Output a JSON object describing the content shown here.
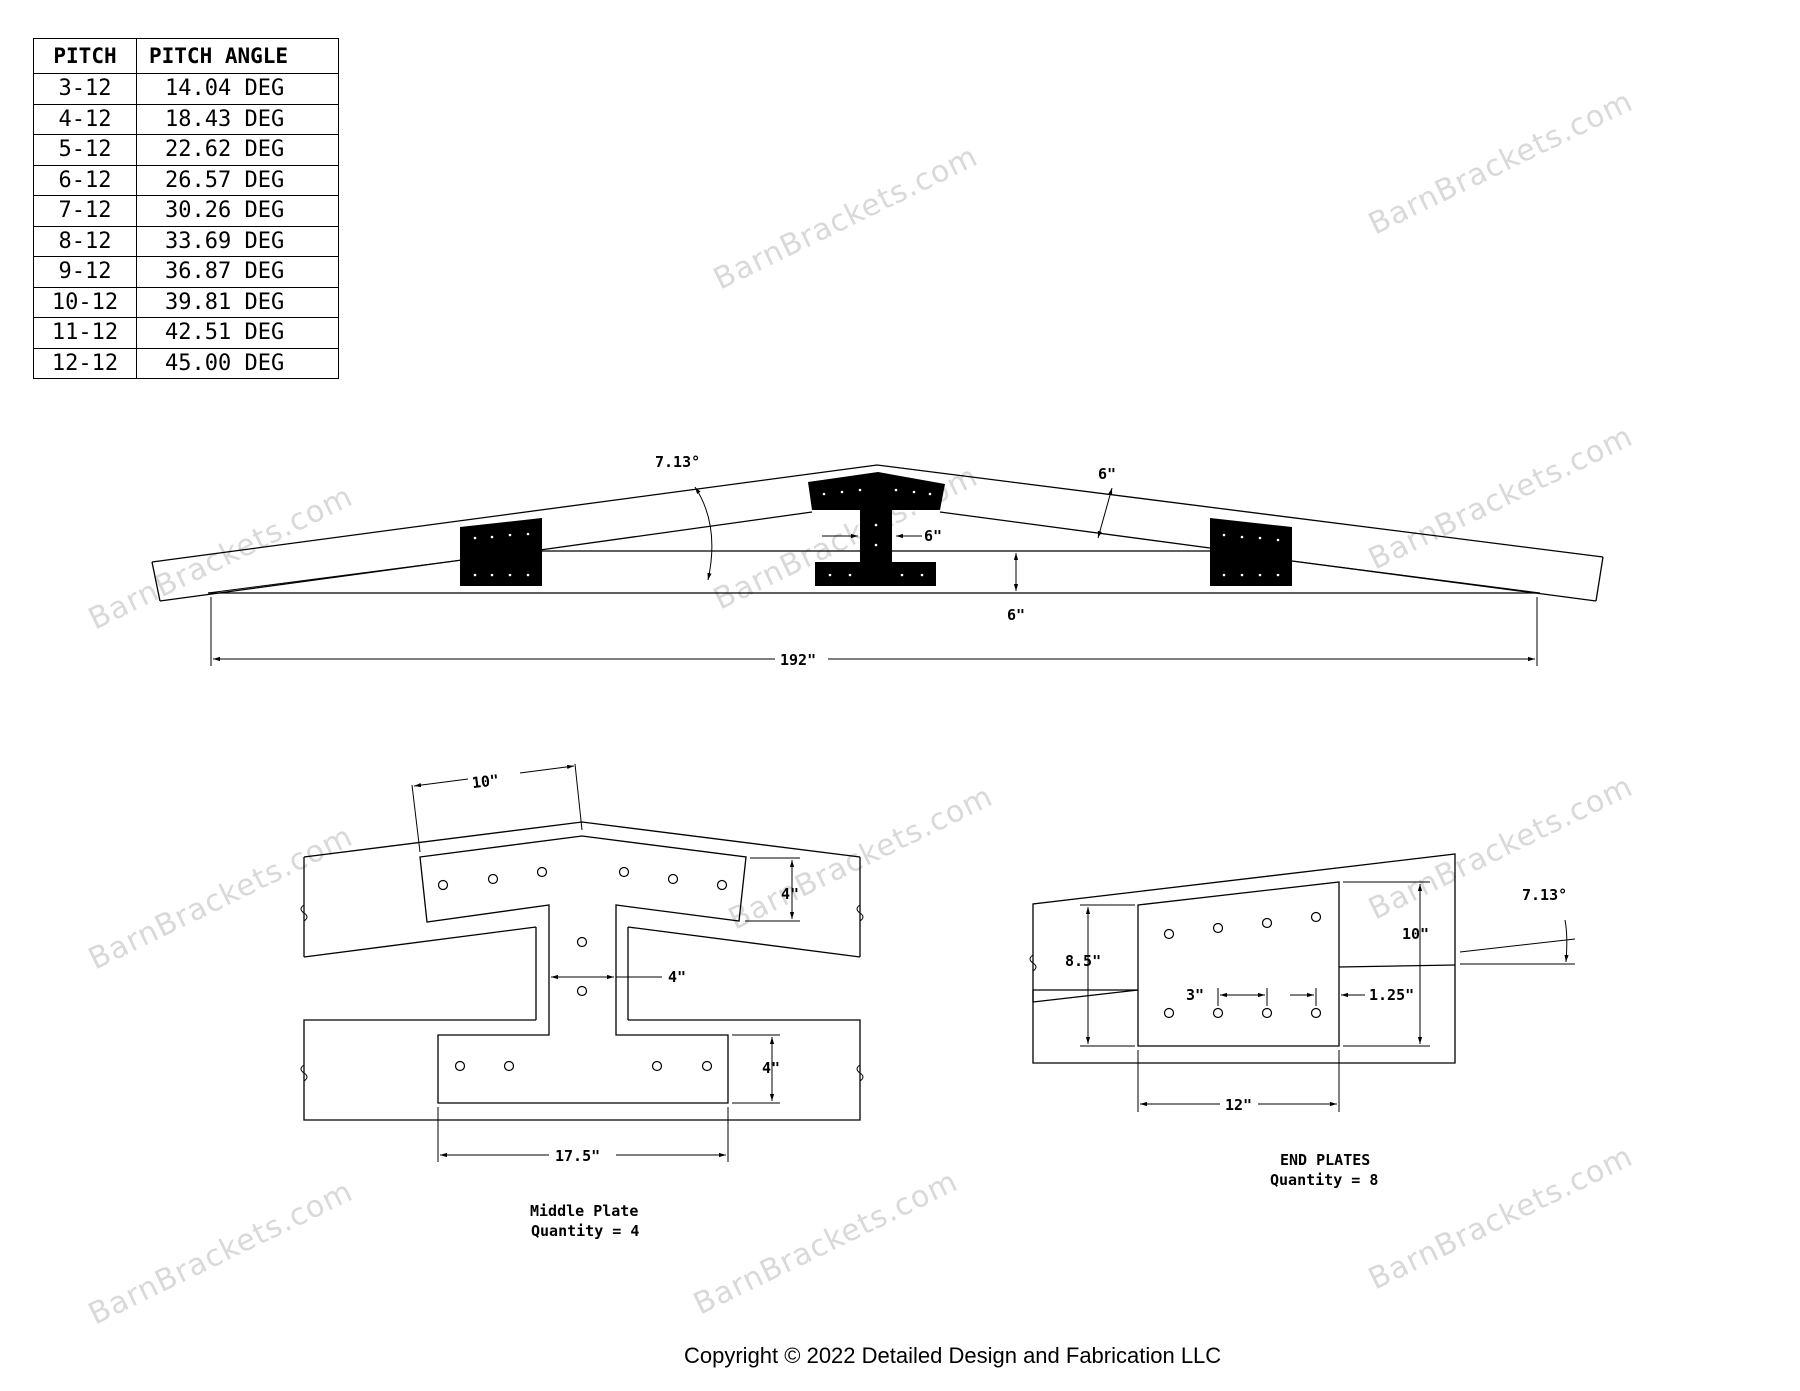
{
  "table": {
    "headers": [
      "PITCH",
      "PITCH ANGLE"
    ],
    "rows": [
      [
        "3-12",
        "14.04 DEG"
      ],
      [
        "4-12",
        "18.43 DEG"
      ],
      [
        "5-12",
        "22.62 DEG"
      ],
      [
        "6-12",
        "26.57 DEG"
      ],
      [
        "7-12",
        "30.26 DEG"
      ],
      [
        "8-12",
        "33.69 DEG"
      ],
      [
        "9-12",
        "36.87 DEG"
      ],
      [
        "10-12",
        "39.81 DEG"
      ],
      [
        "11-12",
        "42.51 DEG"
      ],
      [
        "12-12",
        "45.00 DEG"
      ]
    ]
  },
  "truss": {
    "angle": "7.13°",
    "rafter_depth": "6\"",
    "web_width": "6\"",
    "chord_depth": "6\"",
    "span": "192\""
  },
  "middle_plate": {
    "arm_length": "10\"",
    "top_height": "4\"",
    "stem_width": "4\"",
    "bottom_height": "4\"",
    "bottom_length": "17.5\"",
    "title": "Middle Plate",
    "quantity": "Quantity = 4"
  },
  "end_plates": {
    "angle": "7.13°",
    "right_height": "10\"",
    "left_height": "8.5\"",
    "hole_spacing": "3\"",
    "edge_distance": "1.25\"",
    "width": "12\"",
    "title": "END PLATES",
    "quantity": "Quantity = 8"
  },
  "watermark": "BarnBrackets.com",
  "copyright": "Copyright © 2022 Detailed Design and Fabrication LLC"
}
